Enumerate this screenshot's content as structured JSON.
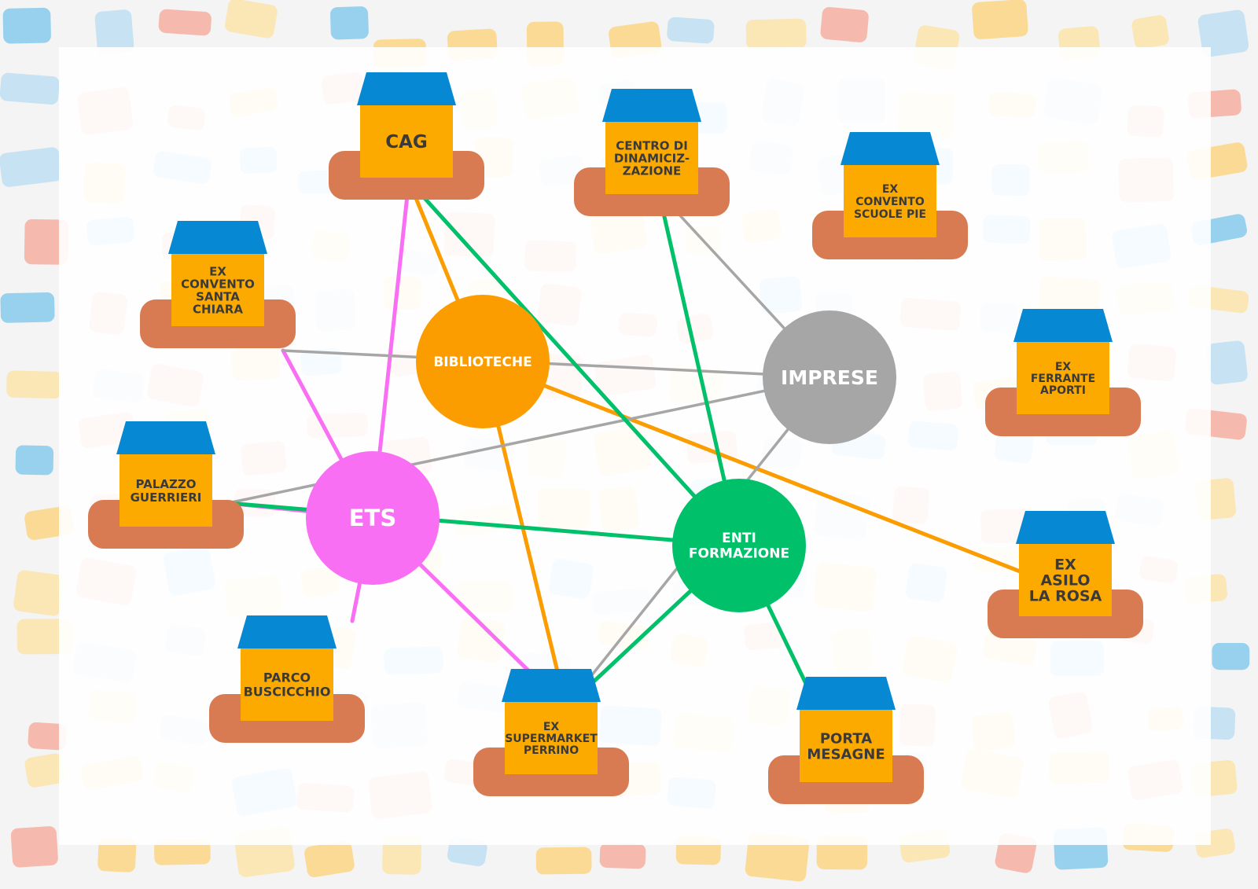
{
  "colors": {
    "background": "#f4f4f4",
    "panel": "#ffffff",
    "roof": "#0688d2",
    "wall": "#fdaa00",
    "base": "#d97b52",
    "pattern": [
      "#f6a89a",
      "#fbd27a",
      "#7cc7ec",
      "#b8dcf2",
      "#fde2a4"
    ],
    "ets": "#f96ff4",
    "biblioteche": "#fb9d00",
    "imprese": "#a6a6a6",
    "enti_formazione": "#00c16a",
    "label_dark": "#3a3a3a",
    "label_light": "#ffffff"
  },
  "hubs": [
    {
      "id": "biblioteche",
      "label": [
        "BIBLIOTECHE"
      ],
      "color": "#fb9d00"
    },
    {
      "id": "imprese",
      "label": [
        "IMPRESE"
      ],
      "color": "#a6a6a6"
    },
    {
      "id": "ets",
      "label": [
        "ETS"
      ],
      "color": "#f96ff4"
    },
    {
      "id": "enti_formazione",
      "label": [
        "ENTI",
        "FORMAZIONE"
      ],
      "color": "#00c16a"
    }
  ],
  "places": [
    {
      "id": "cag",
      "label": [
        "CAG"
      ]
    },
    {
      "id": "centro",
      "label": [
        "CENTRO DI",
        "DINAMICIZ-",
        "ZAZIONE"
      ]
    },
    {
      "id": "scuole_pie",
      "label": [
        "EX",
        "CONVENTO",
        "SCUOLE PIE"
      ]
    },
    {
      "id": "santa_chiara",
      "label": [
        "EX",
        "CONVENTO",
        "SANTA",
        "CHIARA"
      ]
    },
    {
      "id": "ferrante",
      "label": [
        "EX",
        "FERRANTE",
        "APORTI"
      ]
    },
    {
      "id": "guerrieri",
      "label": [
        "PALAZZO",
        "GUERRIERI"
      ]
    },
    {
      "id": "asilo",
      "label": [
        "EX",
        "ASILO",
        "LA ROSA"
      ]
    },
    {
      "id": "parco",
      "label": [
        "PARCO",
        "BUSCICCHIO"
      ]
    },
    {
      "id": "supermarket",
      "label": [
        "EX",
        "SUPERMARKET",
        "PERRINO"
      ]
    },
    {
      "id": "porta",
      "label": [
        "PORTA",
        "MESAGNE"
      ]
    }
  ],
  "connections": [
    {
      "from": "biblioteche",
      "to": "cag",
      "color": "#fb9d00"
    },
    {
      "from": "biblioteche",
      "to": "asilo",
      "color": "#fb9d00"
    },
    {
      "from": "biblioteche",
      "to": "supermarket",
      "color": "#fb9d00"
    },
    {
      "from": "ets",
      "to": "cag",
      "color": "#f96ff4"
    },
    {
      "from": "ets",
      "to": "santa_chiara",
      "color": "#f96ff4"
    },
    {
      "from": "ets",
      "to": "guerrieri",
      "color": "#f96ff4"
    },
    {
      "from": "ets",
      "to": "parco",
      "color": "#f96ff4"
    },
    {
      "from": "ets",
      "to": "supermarket",
      "color": "#f96ff4"
    },
    {
      "from": "imprese",
      "to": "santa_chiara",
      "color": "#a6a6a6"
    },
    {
      "from": "imprese",
      "to": "guerrieri",
      "color": "#a6a6a6"
    },
    {
      "from": "imprese",
      "to": "centro",
      "color": "#a6a6a6"
    },
    {
      "from": "imprese",
      "to": "supermarket",
      "color": "#a6a6a6"
    },
    {
      "from": "enti_formazione",
      "to": "cag",
      "color": "#00c16a"
    },
    {
      "from": "enti_formazione",
      "to": "centro",
      "color": "#00c16a"
    },
    {
      "from": "enti_formazione",
      "to": "guerrieri",
      "color": "#00c16a"
    },
    {
      "from": "enti_formazione",
      "to": "supermarket",
      "color": "#00c16a"
    },
    {
      "from": "enti_formazione",
      "to": "porta",
      "color": "#00c16a"
    }
  ]
}
